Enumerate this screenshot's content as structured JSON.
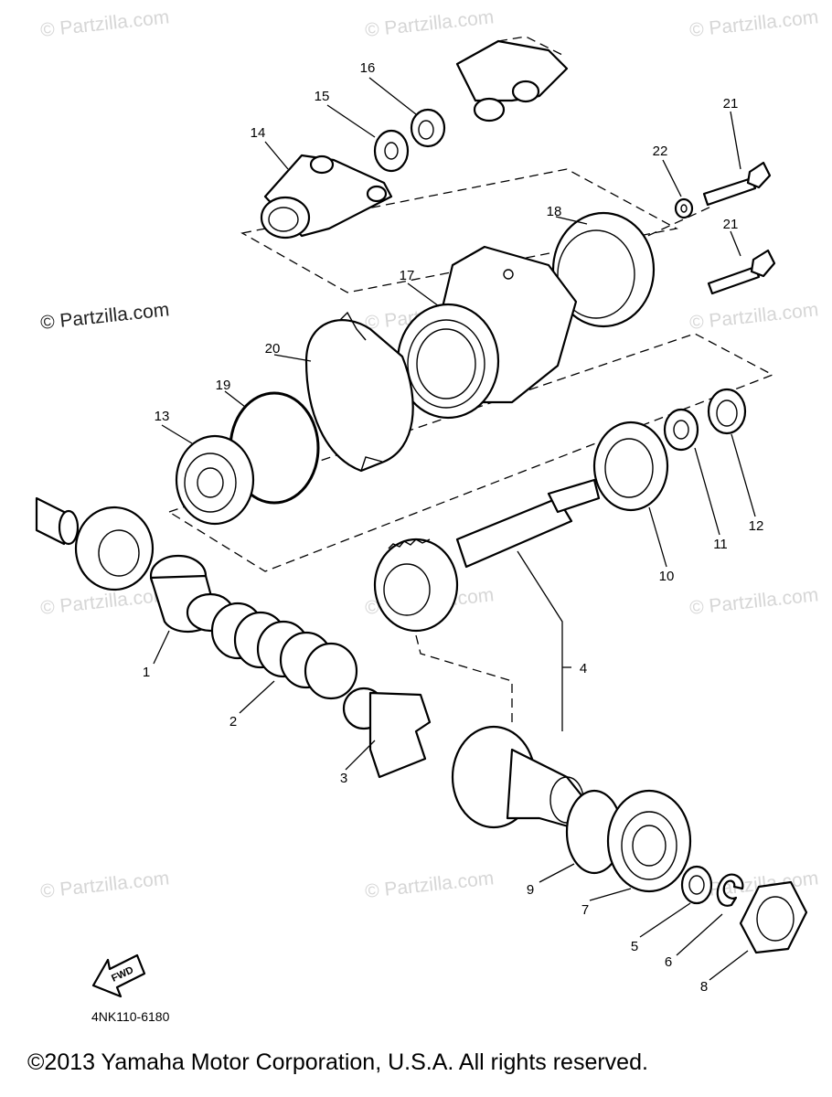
{
  "watermark": "© Partzilla.com",
  "watermark_prominent": "© Partzilla.com",
  "fwd_label": "FWD",
  "diagram_code": "4NK110-6180",
  "copyright": "©2013 Yamaha Motor Corporation, U.S.A. All rights reserved.",
  "callouts": [
    "1",
    "2",
    "3",
    "4",
    "5",
    "6",
    "7",
    "8",
    "9",
    "10",
    "11",
    "12",
    "13",
    "14",
    "15",
    "16",
    "17",
    "18",
    "19",
    "20",
    "21",
    "21",
    "22"
  ]
}
